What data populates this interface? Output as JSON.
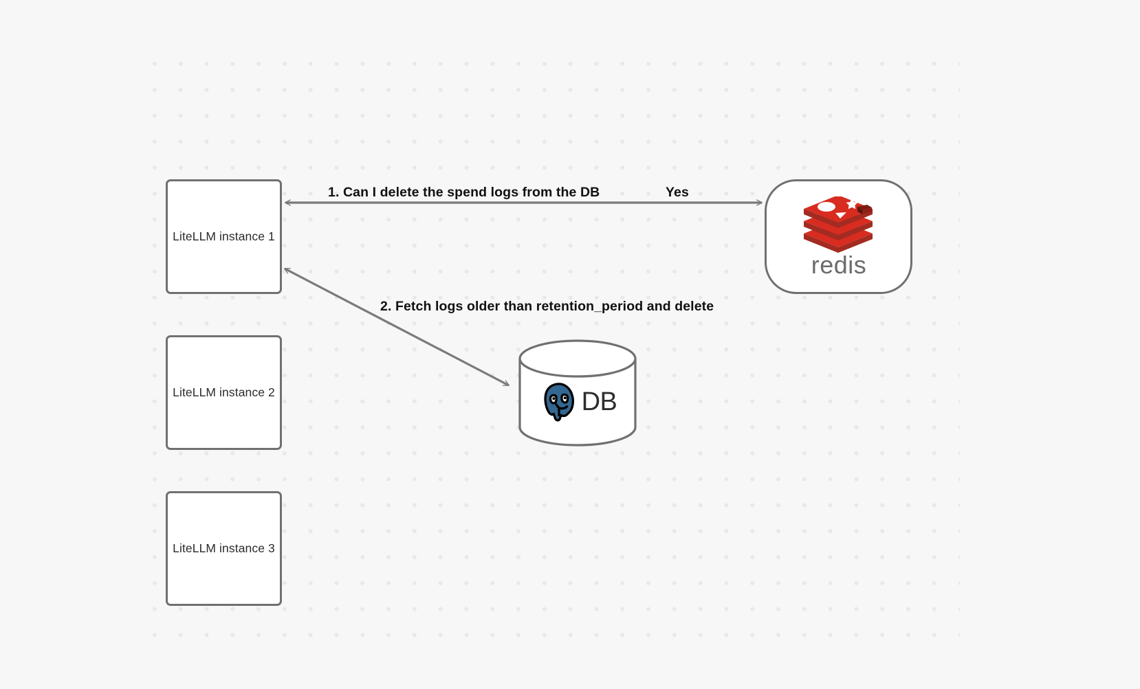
{
  "diagram": {
    "title": "LiteLLM spend log deletion flow",
    "background_color": "#f7f7f8",
    "dot_color": "#e8e8ea",
    "node_border_color": "#707070",
    "edge_color": "#7a7a7a",
    "nodes": [
      {
        "id": "instance-1",
        "label": "LiteLLM instance 1",
        "shape": "rounded-rect"
      },
      {
        "id": "instance-2",
        "label": "LiteLLM instance 2",
        "shape": "rounded-rect"
      },
      {
        "id": "instance-3",
        "label": "LiteLLM instance 3",
        "shape": "rounded-rect"
      },
      {
        "id": "redis",
        "label": "redis",
        "shape": "stadium",
        "logo": "redis-logo",
        "brand_color": "#d82c20"
      },
      {
        "id": "db",
        "label": "DB",
        "shape": "cylinder",
        "logo": "postgresql-elephant-icon",
        "brand_color": "#336791"
      }
    ],
    "edges": [
      {
        "id": "edge-instance1-redis",
        "from": "instance-1",
        "to": "redis",
        "direction": "bidirectional",
        "labels": [
          "1. Can I delete the spend logs from the DB",
          "Yes"
        ]
      },
      {
        "id": "edge-instance1-db",
        "from": "instance-1",
        "to": "db",
        "direction": "bidirectional",
        "labels": [
          "2. Fetch logs older than retention_period and delete"
        ]
      }
    ],
    "labels": {
      "step_1": "1. Can I delete the spend logs from the DB",
      "yes": "Yes",
      "step_2": "2. Fetch logs older than retention_period and delete",
      "db_text": "DB",
      "redis_wordmark": "redis"
    }
  }
}
